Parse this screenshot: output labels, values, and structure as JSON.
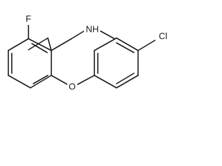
{
  "molecule": {
    "atom_labels": {
      "fluorine": "F",
      "amine": "NH",
      "ether_oxygen": "O",
      "chlorine": "Cl"
    },
    "colors": {
      "bond": "#1a1a1a",
      "background": "#ffffff"
    }
  }
}
